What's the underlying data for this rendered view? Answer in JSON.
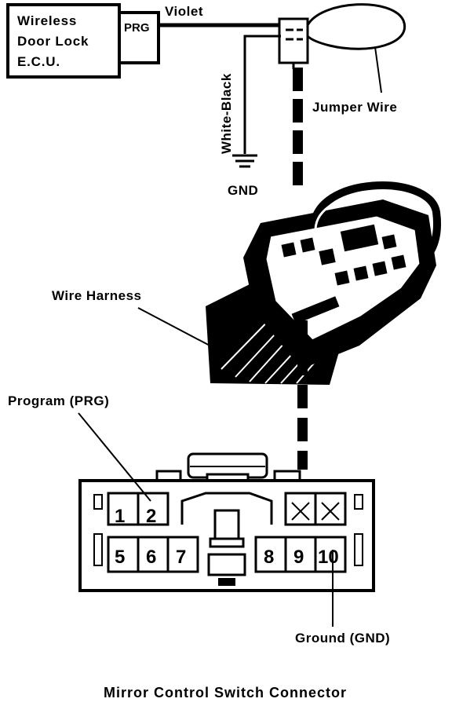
{
  "ecu": {
    "lines": [
      "Wireless",
      "Door Lock",
      "E.C.U."
    ],
    "terminal": "PRG"
  },
  "labels": {
    "violet": "Violet",
    "white_black": "White-Black",
    "gnd": "GND",
    "jumper_wire": "Jumper Wire",
    "wire_harness": "Wire Harness",
    "program": "Program (PRG)",
    "ground": "Ground (GND)"
  },
  "connector": {
    "pins_top": [
      "1",
      "2",
      "",
      ""
    ],
    "pins_bottom": [
      "5",
      "6",
      "7",
      "8",
      "9",
      "10"
    ]
  },
  "caption": "Mirror Control Switch Connector"
}
